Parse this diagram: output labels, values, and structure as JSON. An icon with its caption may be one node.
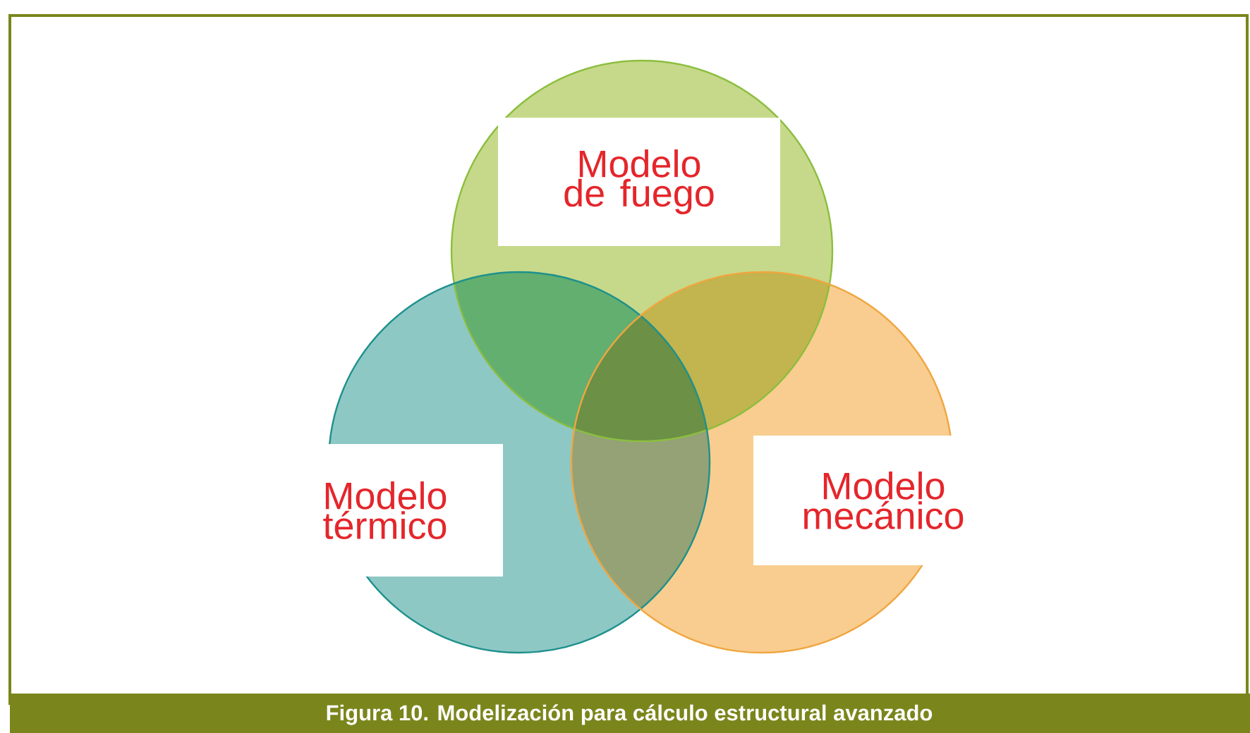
{
  "diagram": {
    "caption": "Figura 10. Modelización para cálculo estructural avanzado",
    "nodes": [
      {
        "text": [
          "Modelo de fuego"
        ]
      },
      {
        "text": [
          "Modelo térmico"
        ]
      },
      {
        "text": [
          "Modelo mecánico"
        ]
      }
    ]
  }
}
